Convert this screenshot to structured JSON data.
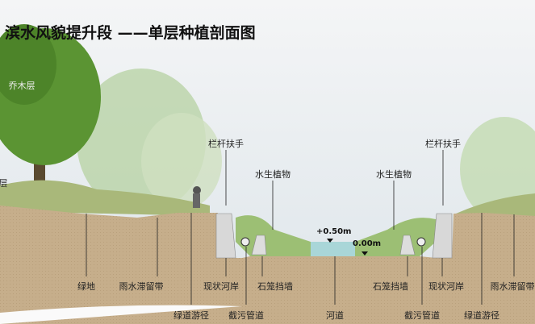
{
  "title": "滨水风貌提升段 ——单层种植剖面图",
  "layers": {
    "tree_layer": "乔木层",
    "partial_layer": "层"
  },
  "top_labels": {
    "railing_left": "栏杆扶手",
    "aquatic_left": "水生植物",
    "aquatic_right": "水生植物",
    "railing_right": "栏杆扶手"
  },
  "elevations": {
    "high": "+0.50m",
    "zero": "0.00m"
  },
  "bottom_labels_row1": [
    "绿地",
    "雨水滞留带",
    "现状河岸",
    "石笼挡墙",
    "石笼挡墙",
    "现状河岸",
    "雨水滞留带"
  ],
  "bottom_labels_row2": [
    "绿道游径",
    "截污管道",
    "河道",
    "截污管道",
    "绿道游径"
  ],
  "colors": {
    "soil": "#c4ad8a",
    "sky": "#e9eef2",
    "tree": "#5f9a36",
    "water": "#a9d6d8"
  }
}
